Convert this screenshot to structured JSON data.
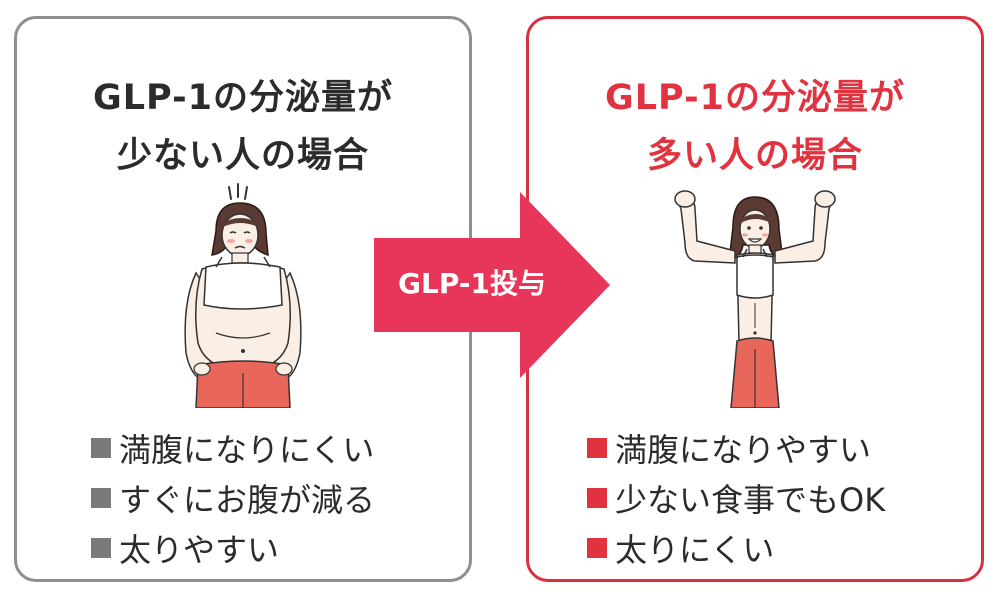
{
  "left_panel": {
    "title_line1": "GLP-1の分泌量が",
    "title_line2": "少ない人の場合",
    "bullets": [
      "満腹になりにくい",
      "すぐにお腹が減る",
      "太りやすい"
    ]
  },
  "right_panel": {
    "title_line1": "GLP-1の分泌量が",
    "title_line2": "多い人の場合",
    "bullets": [
      "満腹になりやすい",
      "少ない食事でもOK",
      "太りにくい"
    ]
  },
  "arrow": {
    "label": "GLP-1投与"
  },
  "colors": {
    "accent_red": "#e0323f",
    "arrow_pink": "#e8365a",
    "border_gray": "#8f8f8f",
    "bullet_gray": "#7a7a7a",
    "text_dark": "#2b2b2b"
  }
}
